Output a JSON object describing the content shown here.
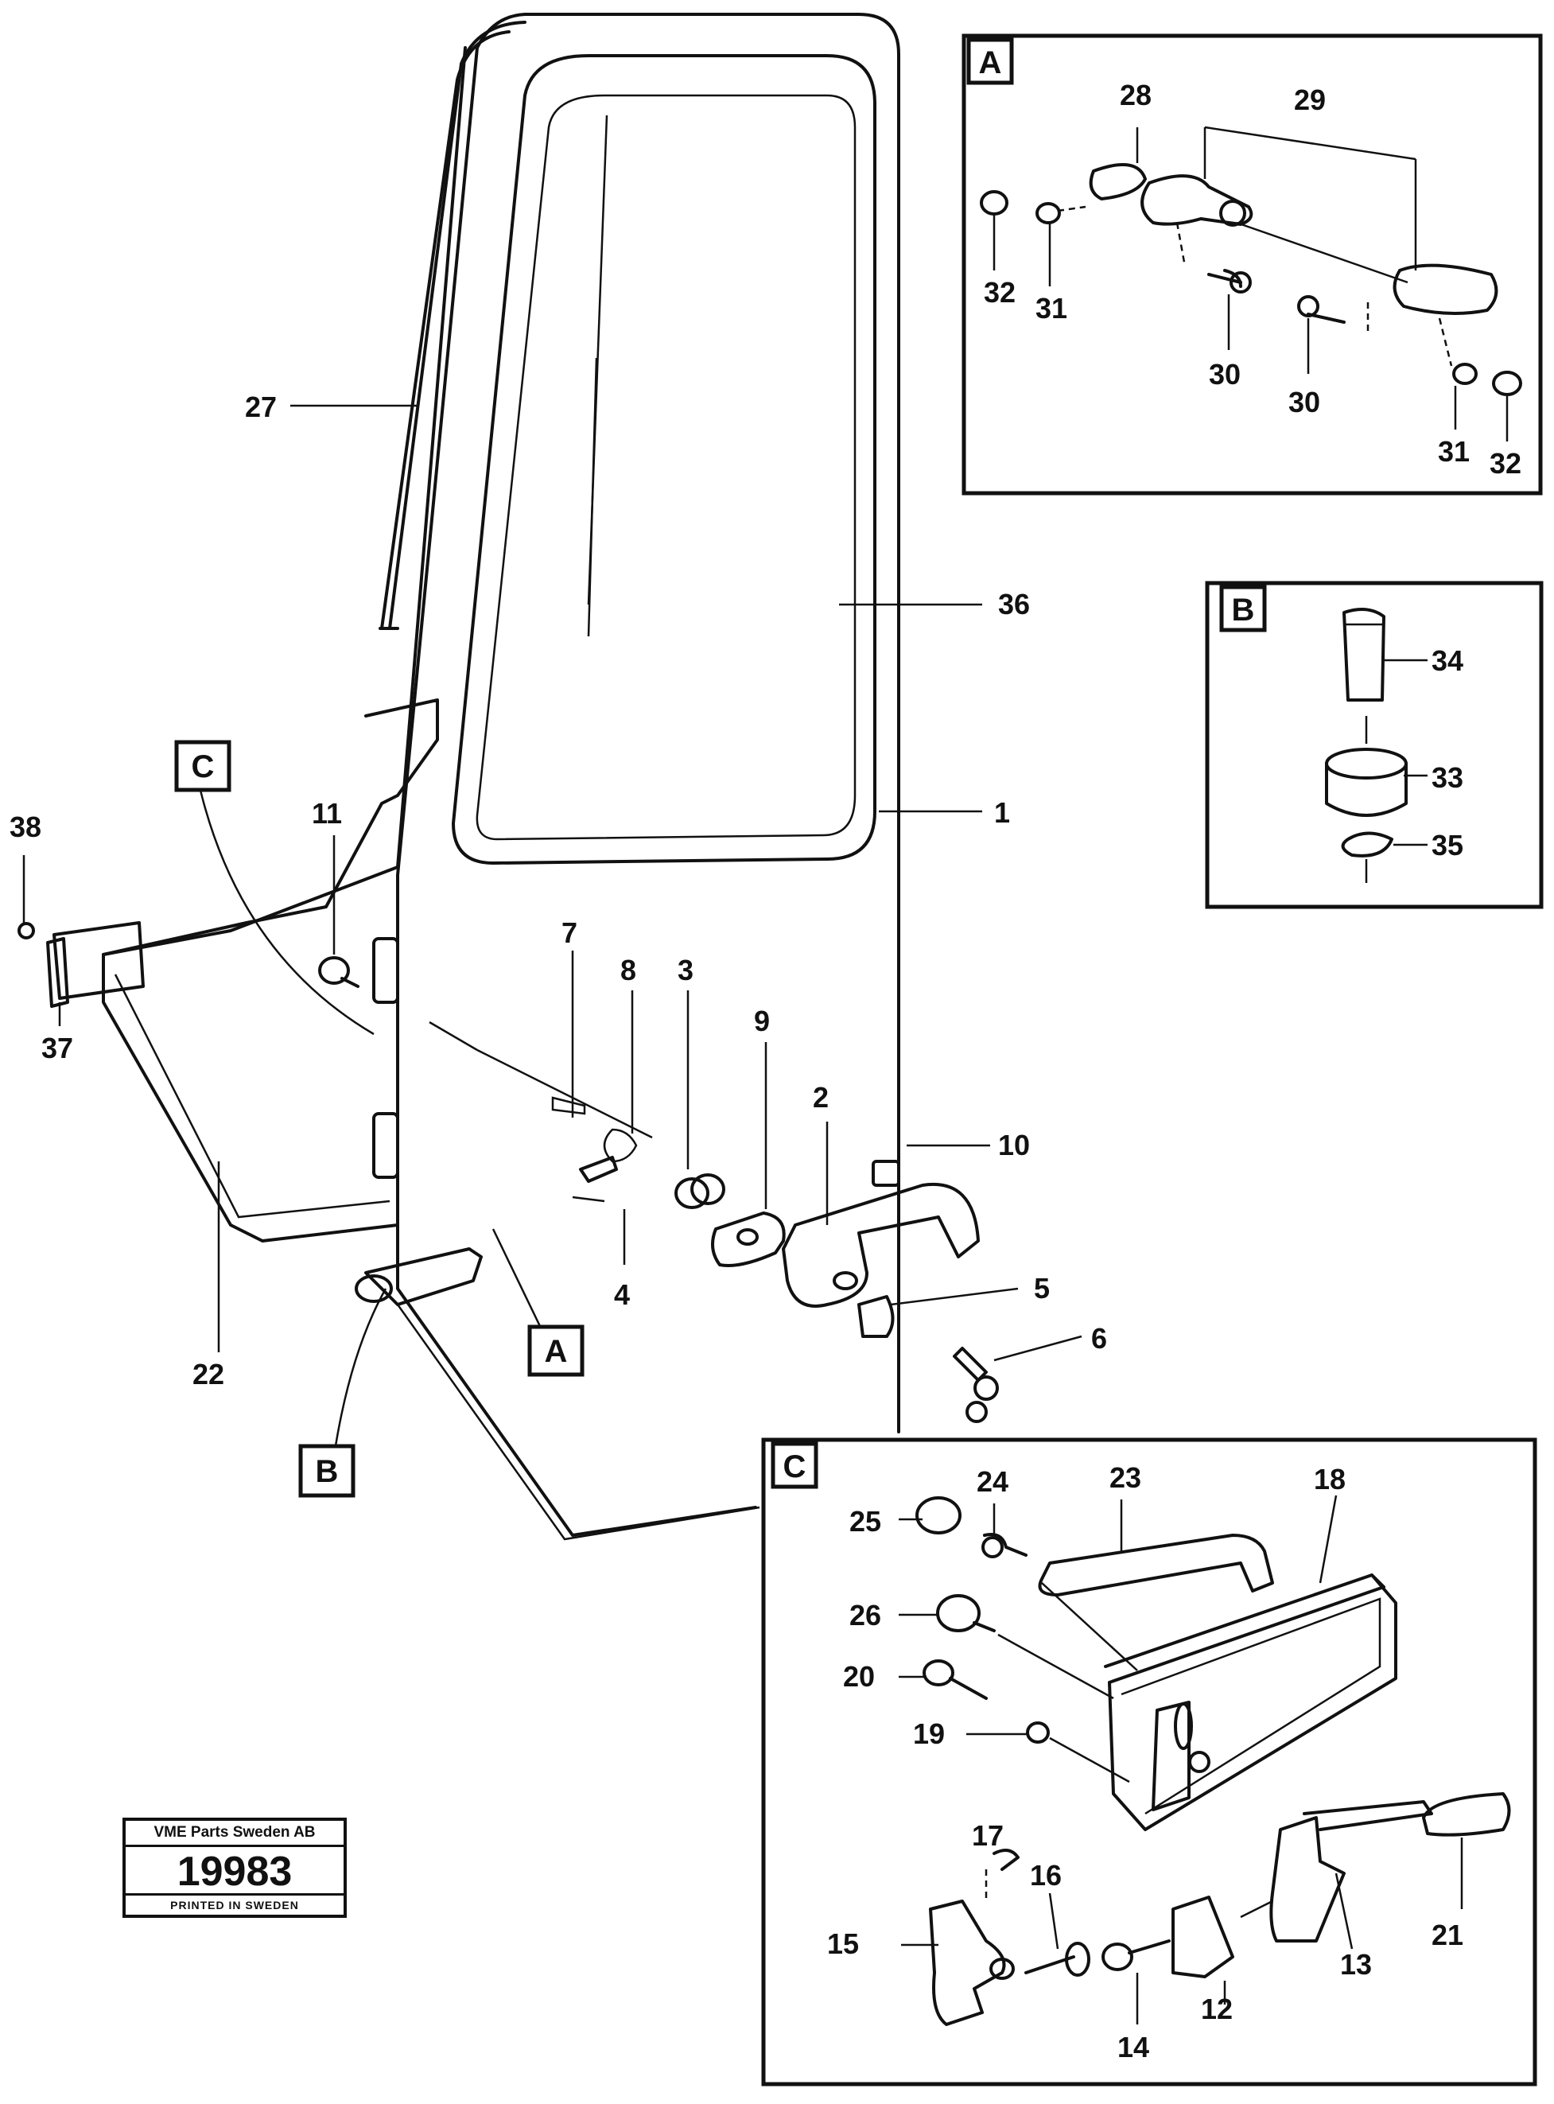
{
  "callouts": {
    "p1": "1",
    "p2": "2",
    "p3": "3",
    "p4": "4",
    "p5": "5",
    "p6": "6",
    "p7": "7",
    "p8": "8",
    "p9": "9",
    "p10": "10",
    "p11": "11",
    "p12": "12",
    "p13": "13",
    "p14": "14",
    "p15": "15",
    "p16": "16",
    "p17": "17",
    "p18": "18",
    "p19": "19",
    "p20": "20",
    "p21": "21",
    "p22": "22",
    "p23": "23",
    "p24": "24",
    "p25": "25",
    "p26": "26",
    "p27": "27",
    "p28": "28",
    "p29": "29",
    "p30a": "30",
    "p30b": "30",
    "p31a": "31",
    "p31b": "31",
    "p32a": "32",
    "p32b": "32",
    "p33": "33",
    "p34": "34",
    "p35": "35",
    "p36": "36",
    "p37": "37",
    "p38": "38"
  },
  "detail_tags": {
    "a_panel": "A",
    "b_panel": "B",
    "c_panel": "C",
    "a_pointer": "A",
    "b_pointer": "B",
    "c_pointer": "C"
  },
  "stamp": {
    "company": "VME Parts Sweden AB",
    "number": "19983",
    "printed": "PRINTED IN SWEDEN"
  }
}
